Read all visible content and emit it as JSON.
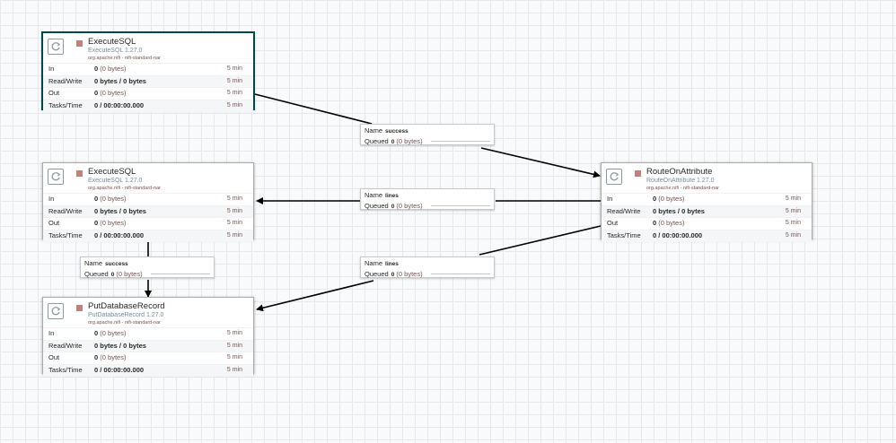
{
  "processors": [
    {
      "name": "ExecuteSQL",
      "type": "ExecuteSQL 1.27.0",
      "bundle": "org.apache.nifi - nifi-standard-nar",
      "stats": [
        {
          "label": "In",
          "value": "0",
          "detail": "(0 bytes)",
          "time": "5 min"
        },
        {
          "label": "Read/Write",
          "value": "0 bytes / 0 bytes",
          "detail": "",
          "time": "5 min"
        },
        {
          "label": "Out",
          "value": "0",
          "detail": "(0 bytes)",
          "time": "5 min"
        },
        {
          "label": "Tasks/Time",
          "value": "0 / 00:00:00.000",
          "detail": "",
          "time": "5 min"
        }
      ]
    },
    {
      "name": "ExecuteSQL",
      "type": "ExecuteSQL 1.27.0",
      "bundle": "org.apache.nifi - nifi-standard-nar",
      "stats": [
        {
          "label": "In",
          "value": "0",
          "detail": "(0 bytes)",
          "time": "5 min"
        },
        {
          "label": "Read/Write",
          "value": "0 bytes / 0 bytes",
          "detail": "",
          "time": "5 min"
        },
        {
          "label": "Out",
          "value": "0",
          "detail": "(0 bytes)",
          "time": "5 min"
        },
        {
          "label": "Tasks/Time",
          "value": "0 / 00:00:00.000",
          "detail": "",
          "time": "5 min"
        }
      ]
    },
    {
      "name": "PutDatabaseRecord",
      "type": "PutDatabaseRecord 1.27.0",
      "bundle": "org.apache.nifi - nifi-standard-nar",
      "stats": [
        {
          "label": "In",
          "value": "0",
          "detail": "(0 bytes)",
          "time": "5 min"
        },
        {
          "label": "Read/Write",
          "value": "0 bytes / 0 bytes",
          "detail": "",
          "time": "5 min"
        },
        {
          "label": "Out",
          "value": "0",
          "detail": "(0 bytes)",
          "time": "5 min"
        },
        {
          "label": "Tasks/Time",
          "value": "0 / 00:00:00.000",
          "detail": "",
          "time": "5 min"
        }
      ]
    },
    {
      "name": "RouteOnAttribute",
      "type": "RouteOnAttribute 1.27.0",
      "bundle": "org.apache.nifi - nifi-standard-nar",
      "stats": [
        {
          "label": "In",
          "value": "0",
          "detail": "(0 bytes)",
          "time": "5 min"
        },
        {
          "label": "Read/Write",
          "value": "0 bytes / 0 bytes",
          "detail": "",
          "time": "5 min"
        },
        {
          "label": "Out",
          "value": "0",
          "detail": "(0 bytes)",
          "time": "5 min"
        },
        {
          "label": "Tasks/Time",
          "value": "0 / 00:00:00.000",
          "detail": "",
          "time": "5 min"
        }
      ]
    }
  ],
  "connections": [
    {
      "name_key": "Name",
      "name": "success",
      "queued_key": "Queued",
      "queued": "0",
      "queued_detail": "(0 bytes)"
    },
    {
      "name_key": "Name",
      "name": "lines",
      "queued_key": "Queued",
      "queued": "0",
      "queued_detail": "(0 bytes)"
    },
    {
      "name_key": "Name",
      "name": "success",
      "queued_key": "Queued",
      "queued": "0",
      "queued_detail": "(0 bytes)"
    },
    {
      "name_key": "Name",
      "name": "lines",
      "queued_key": "Queued",
      "queued": "0",
      "queued_detail": "(0 bytes)"
    }
  ],
  "icons": {
    "processor": "processor-icon",
    "run_status": "stopped-icon"
  },
  "colors": {
    "stopped": "#c2807d",
    "selected_border": "#004849",
    "type_text": "#728e9b",
    "edge": "#000000"
  }
}
